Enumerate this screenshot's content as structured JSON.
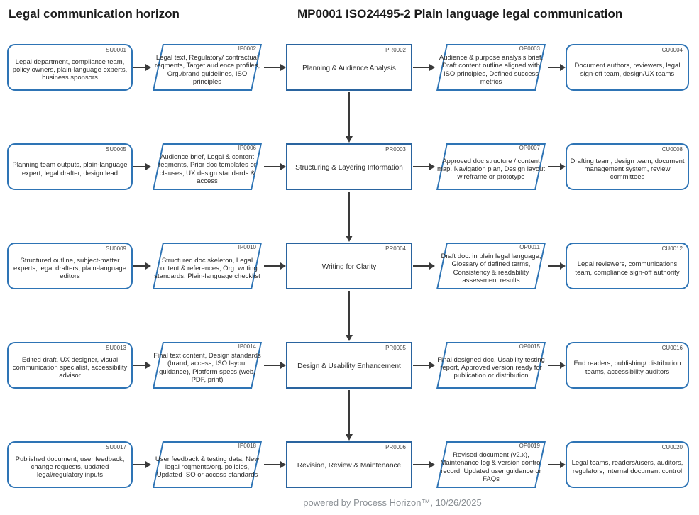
{
  "header": {
    "left_title": "Legal communication horizon",
    "right_title": "MP0001 ISO24495-2 Plain language legal communication"
  },
  "colors": {
    "shape_border_blue": "#2E74B5",
    "process_border_blue": "#2a649f",
    "arrow": "#3a3a3a",
    "text": "#2b2b2b",
    "footer_text": "#8a8f94"
  },
  "rows": [
    {
      "supplier": {
        "id": "SU0001",
        "text": "Legal department, compliance team, policy owners, plain-language experts, business sponsors"
      },
      "input": {
        "id": "IP0002",
        "text": "Legal text, Regulatory/ contractual reqments, Target audience profiles, Org./brand guidelines, ISO principles"
      },
      "process": {
        "id": "PR0002",
        "text": "Planning & Audience Analysis"
      },
      "output": {
        "id": "OP0003",
        "text": "Audience & purpose analysis brief, Draft content outline aligned with ISO principles, Defined success metrics"
      },
      "customer": {
        "id": "CU0004",
        "text": "Document authors, reviewers, legal sign-off team, design/UX teams"
      }
    },
    {
      "supplier": {
        "id": "SU0005",
        "text": "Planning team outputs, plain-language expert, legal drafter, design lead"
      },
      "input": {
        "id": "IP0006",
        "text": "Audience brief, Legal & content reqments, Prior doc templates or clauses, UX design standards & access"
      },
      "process": {
        "id": "PR0003",
        "text": "Structuring & Layering Information"
      },
      "output": {
        "id": "OP0007",
        "text": "Approved doc structure / content map. Navigation plan, Design layout wireframe or prototype"
      },
      "customer": {
        "id": "CU0008",
        "text": "Drafting team, design team, document management system, review committees"
      }
    },
    {
      "supplier": {
        "id": "SU0009",
        "text": "Structured outline, subject-matter experts, legal drafters, plain-language editors"
      },
      "input": {
        "id": "IP0010",
        "text": "Structured doc skeleton, Legal content & references, Org. writing standards, Plain-language checklist"
      },
      "process": {
        "id": "PR0004",
        "text": "Writing for Clarity"
      },
      "output": {
        "id": "OP0011",
        "text": "Draft doc. in plain legal language, Glossary of defined terms, Consistency & readability assessment results"
      },
      "customer": {
        "id": "CU0012",
        "text": "Legal reviewers, communications team, compliance sign-off authority"
      }
    },
    {
      "supplier": {
        "id": "SU0013",
        "text": "Edited draft, UX designer, visual communication specialist, accessibility advisor"
      },
      "input": {
        "id": "IP0014",
        "text": "Final text content, Design standards (brand, access, ISO layout guidance), Platform specs (web, PDF, print)"
      },
      "process": {
        "id": "PR0005",
        "text": "Design & Usability Enhancement"
      },
      "output": {
        "id": "OP0015",
        "text": "Final designed doc, Usability testing report, Approved version ready for publication or distribution"
      },
      "customer": {
        "id": "CU0016",
        "text": "End readers, publishing/ distribution teams, accessibility auditors"
      }
    },
    {
      "supplier": {
        "id": "SU0017",
        "text": "Published document, user feedback, change requests, updated legal/regulatory inputs"
      },
      "input": {
        "id": "IP0018",
        "text": "User feedback & testing data, New legal reqments/org. policies, Updated ISO or access standards"
      },
      "process": {
        "id": "PR0006",
        "text": "Revision, Review & Maintenance"
      },
      "output": {
        "id": "OP0019",
        "text": "Revised document (v2.x), Maintenance log & version control record, Updated user guidance or FAQs"
      },
      "customer": {
        "id": "CU0020",
        "text": "Legal teams, readers/users, auditors, regulators, internal document control"
      }
    }
  ],
  "footer": {
    "text": "powered by Process Horizon™, 10/26/2025"
  }
}
